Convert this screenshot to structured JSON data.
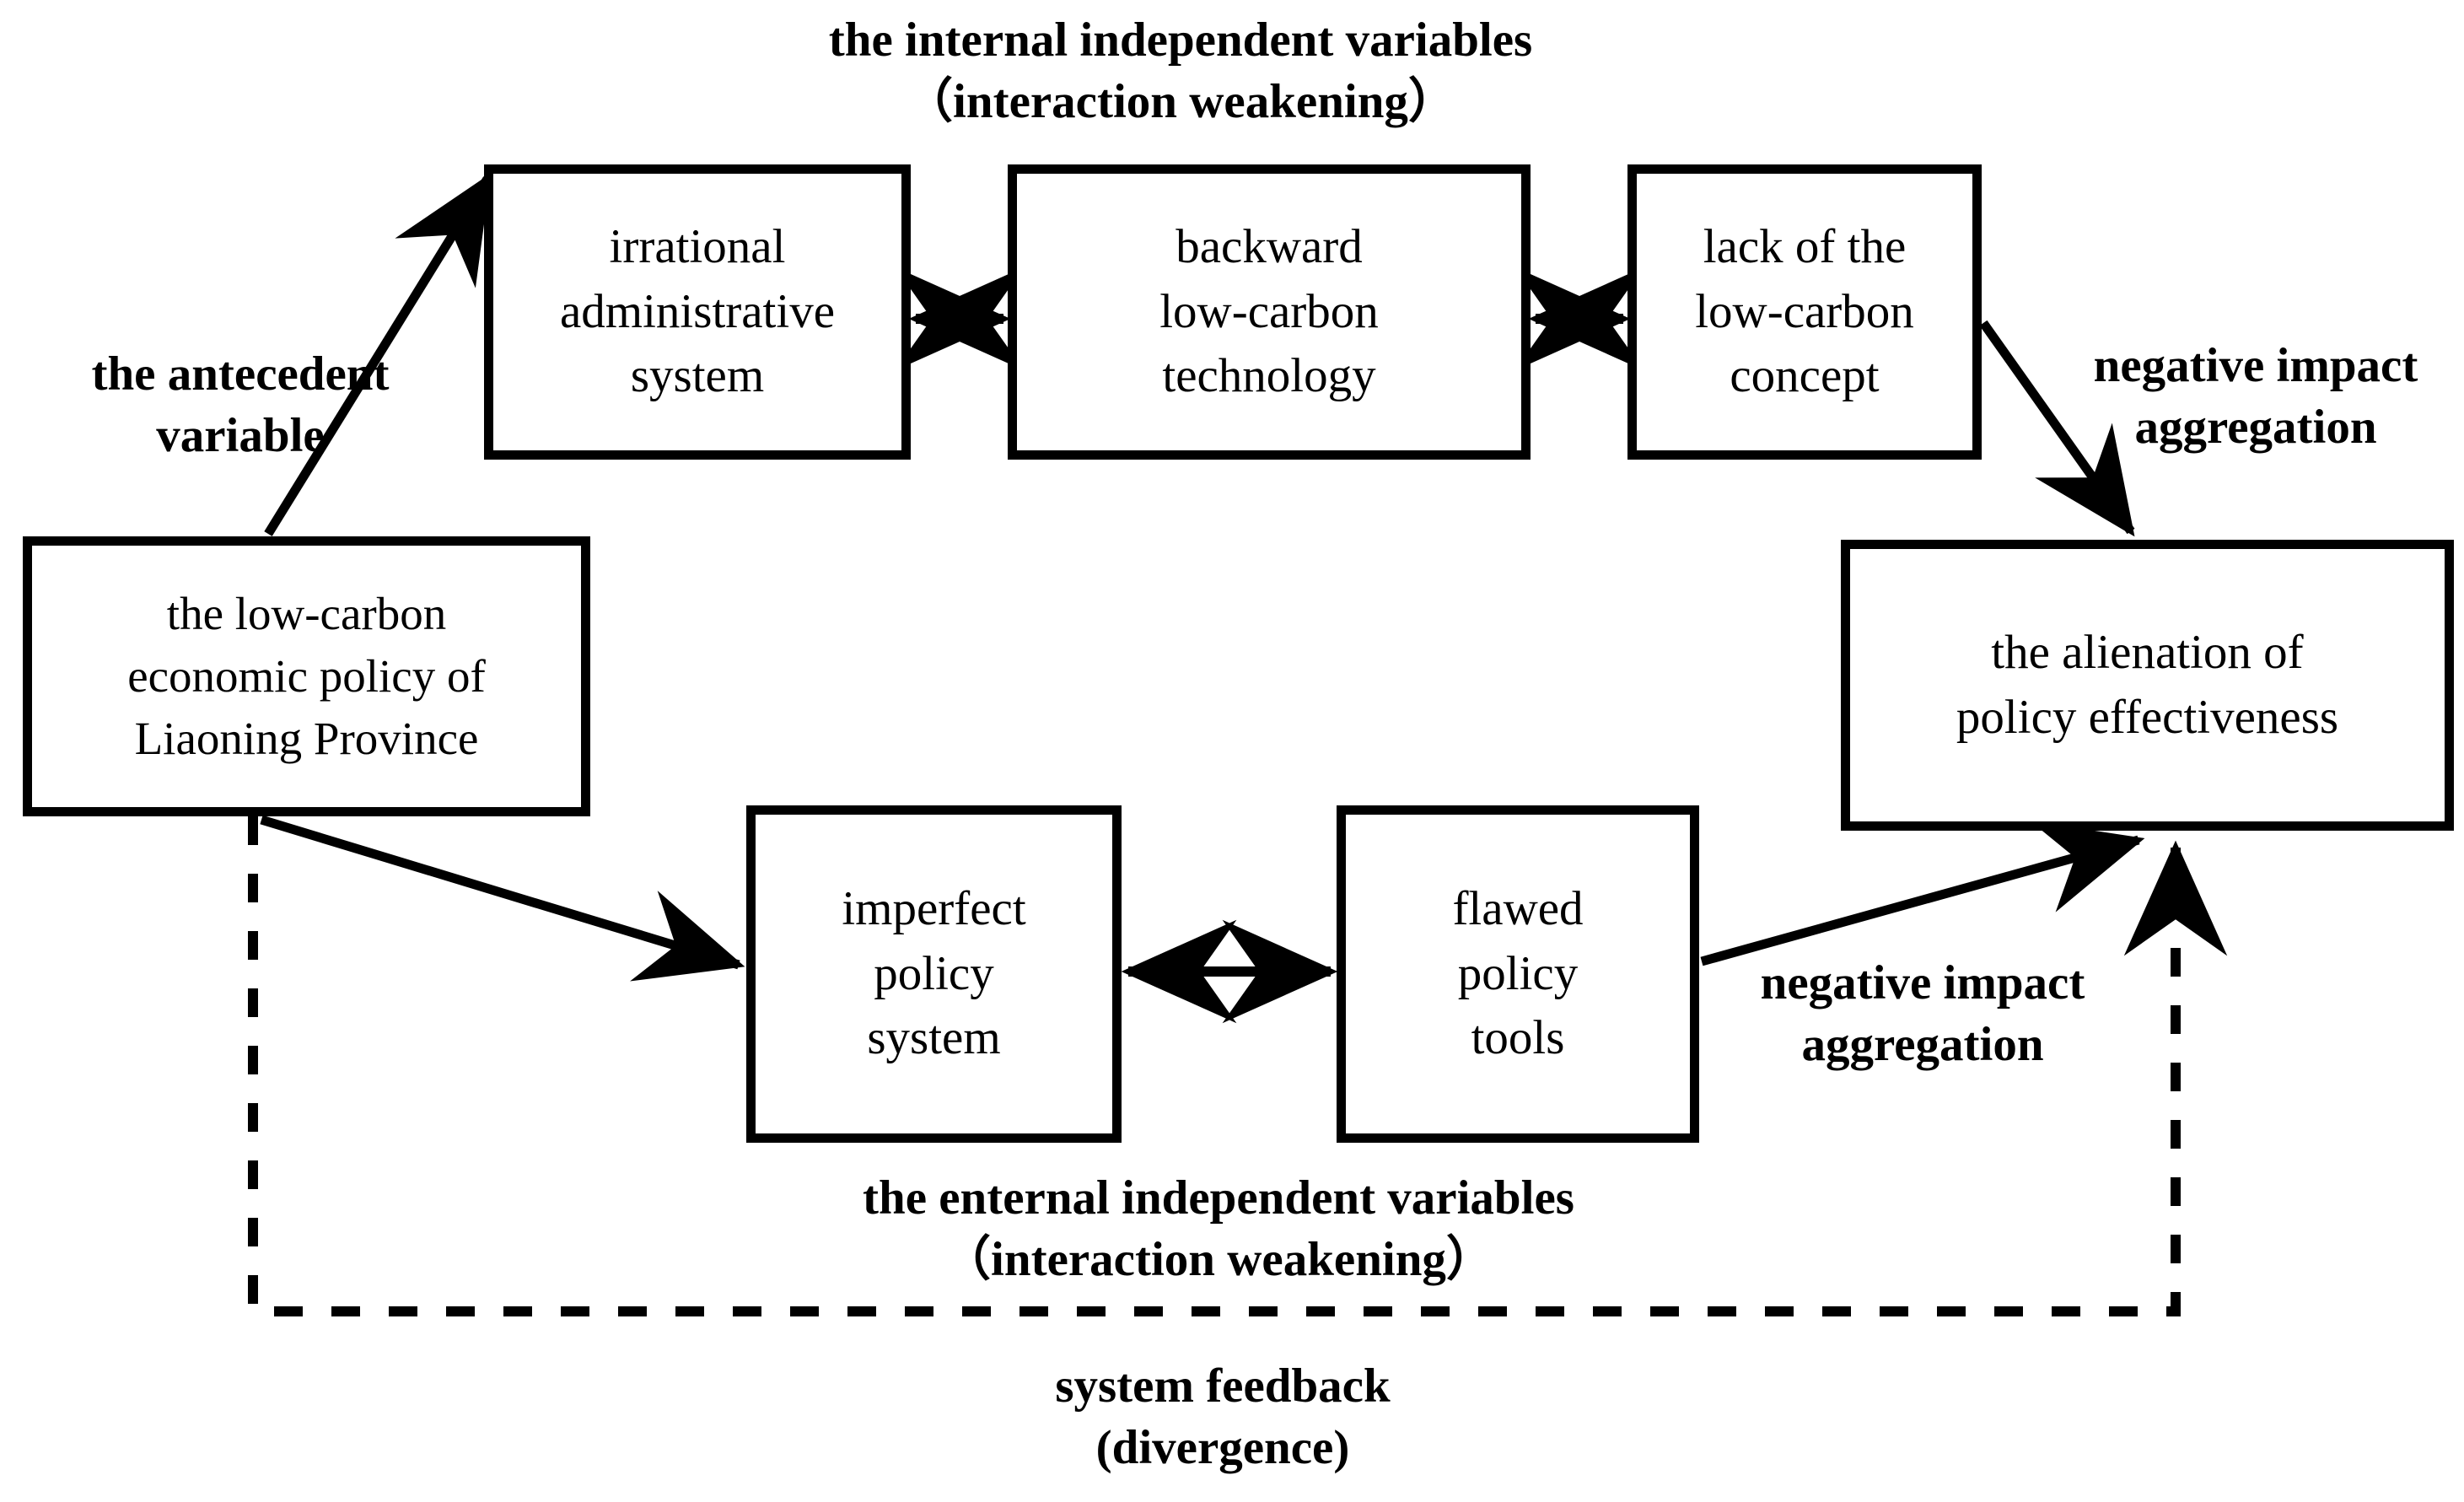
{
  "diagram": {
    "title_top": "the internal independent variables\n（interaction weakening）",
    "label_antecedent": "the antecedent\nvariable",
    "label_negative_top": "negative impact\naggregation",
    "label_negative_bottom": "negative impact\naggregation",
    "label_enternal": "the enternal independent variables\n（interaction weakening）",
    "label_feedback": "system feedback\n(divergence)",
    "colors": {
      "stroke": "#000000",
      "background": "#ffffff",
      "text": "#000000"
    },
    "nodes": {
      "admin": "irrational\nadministrative\nsystem",
      "tech": "backward\nlow-carbon\ntechnology",
      "concept": "lack of the\nlow-carbon\nconcept",
      "policy": "the low-carbon\neconomic policy of\nLiaoning Province",
      "alienation": "the alienation of\npolicy effectiveness",
      "imperfect": "imperfect\npolicy\nsystem",
      "flawed": "flawed\npolicy\ntools"
    },
    "edges": [
      {
        "name": "policy-to-admin",
        "from": "policy",
        "to": "admin",
        "style": "solid",
        "arrow": "single"
      },
      {
        "name": "admin-to-tech",
        "from": "admin",
        "to": "tech",
        "style": "solid",
        "arrow": "double"
      },
      {
        "name": "tech-to-concept",
        "from": "tech",
        "to": "concept",
        "style": "solid",
        "arrow": "double"
      },
      {
        "name": "concept-to-alienation",
        "from": "concept",
        "to": "alienation",
        "style": "solid",
        "arrow": "single"
      },
      {
        "name": "policy-to-imperfect",
        "from": "policy",
        "to": "imperfect",
        "style": "solid",
        "arrow": "single"
      },
      {
        "name": "imperfect-to-flawed",
        "from": "imperfect",
        "to": "flawed",
        "style": "solid",
        "arrow": "double"
      },
      {
        "name": "flawed-to-alienation",
        "from": "flawed",
        "to": "alienation",
        "style": "solid",
        "arrow": "single"
      },
      {
        "name": "alienation-feedback-to-policy",
        "from": "alienation",
        "to": "policy",
        "style": "dashed",
        "arrow": "single"
      }
    ]
  }
}
